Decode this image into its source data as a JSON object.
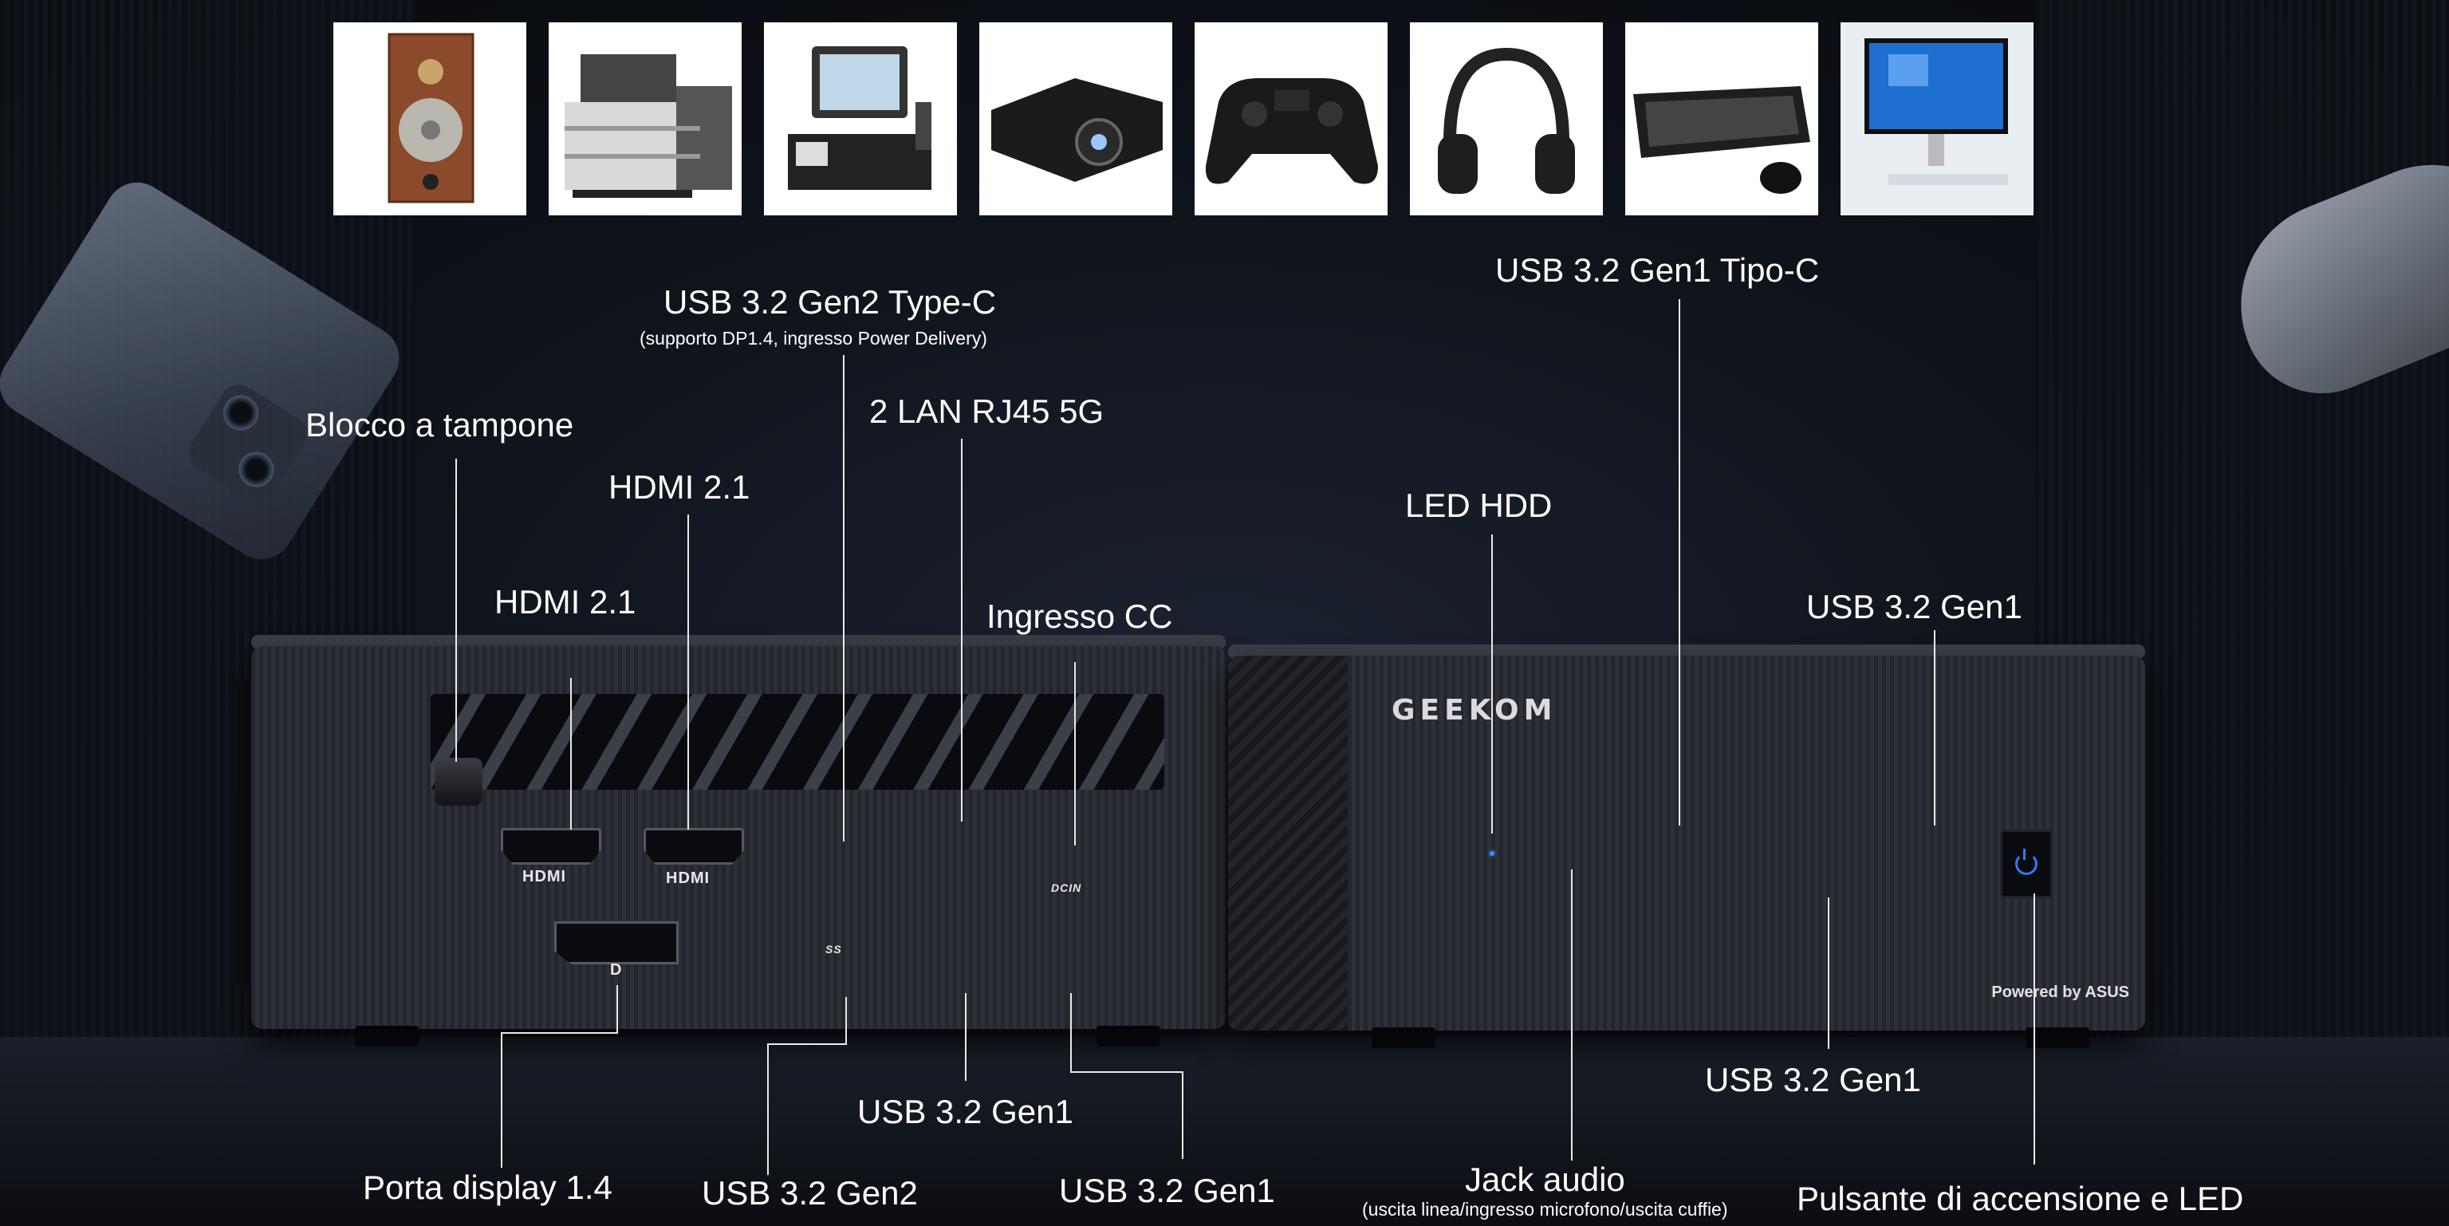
{
  "products": [
    {
      "id": "speaker",
      "icon": "speaker-icon"
    },
    {
      "id": "printer",
      "icon": "printer-icon"
    },
    {
      "id": "pos-terminal",
      "icon": "pos-terminal-icon"
    },
    {
      "id": "projector",
      "icon": "projector-icon"
    },
    {
      "id": "gamepad",
      "icon": "gamepad-icon"
    },
    {
      "id": "headphones",
      "icon": "headphones-icon"
    },
    {
      "id": "keyboard-mouse",
      "icon": "keyboard-icon"
    },
    {
      "id": "monitor",
      "icon": "monitor-icon"
    }
  ],
  "device": {
    "brand": "GEEKOM",
    "powered_by": "Powered by ASUS",
    "port_marks": {
      "hdmi": "HDMI",
      "dp": "D",
      "dc": "DCIN",
      "ss": "SS"
    }
  },
  "labels": {
    "usb_c_gen2": "USB 3.2 Gen2 Type-C",
    "usb_c_gen2_note": "(supporto DP1.4, ingresso Power Delivery)",
    "kensington": "Blocco a tampone",
    "hdmi_upper": "HDMI 2.1",
    "hdmi_lower": "HDMI 2.1",
    "lan": "2 LAN RJ45 5G",
    "dc_in": "Ingresso CC",
    "displayport": "Porta display 1.4",
    "usb_gen2": "USB 3.2 Gen2",
    "usb_gen1_mid": "USB 3.2 Gen1",
    "usb_gen1_right": "USB 3.2 Gen1",
    "usb_c_front": "USB 3.2 Gen1 Tipo-C",
    "led_hdd": "LED HDD",
    "usb_gen1_front_top": "USB 3.2 Gen1",
    "usb_gen1_front_bottom": "USB 3.2 Gen1",
    "audio_jack": "Jack audio",
    "audio_jack_note": "(uscita linea/ingresso microfono/uscita cuffie)",
    "power_button": "Pulsante di accensione e LED"
  },
  "colors": {
    "accent_blue": "#2f7bff",
    "usb_blue": "#2a7be0"
  }
}
